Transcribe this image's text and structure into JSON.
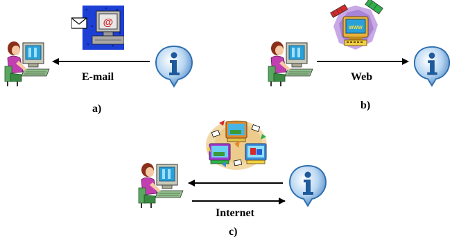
{
  "panels": {
    "a": {
      "caption": "a)",
      "arrow_label": "E-mail"
    },
    "b": {
      "caption": "b)",
      "arrow_label": "Web"
    },
    "c": {
      "caption": "c)",
      "arrow_label": "Internet"
    }
  },
  "icons": {
    "person": "person-at-computer-icon",
    "info": "info-bubble-icon",
    "email": "email-computer-icon",
    "web": "www-computer-icon",
    "internet": "network-computers-icon"
  },
  "colors": {
    "arrow": "#000000",
    "info_blue": "#2e6fb0",
    "email_bg": "#1c3fd6",
    "shirt": "#c23fb0",
    "screen": "#2aa0d8"
  }
}
